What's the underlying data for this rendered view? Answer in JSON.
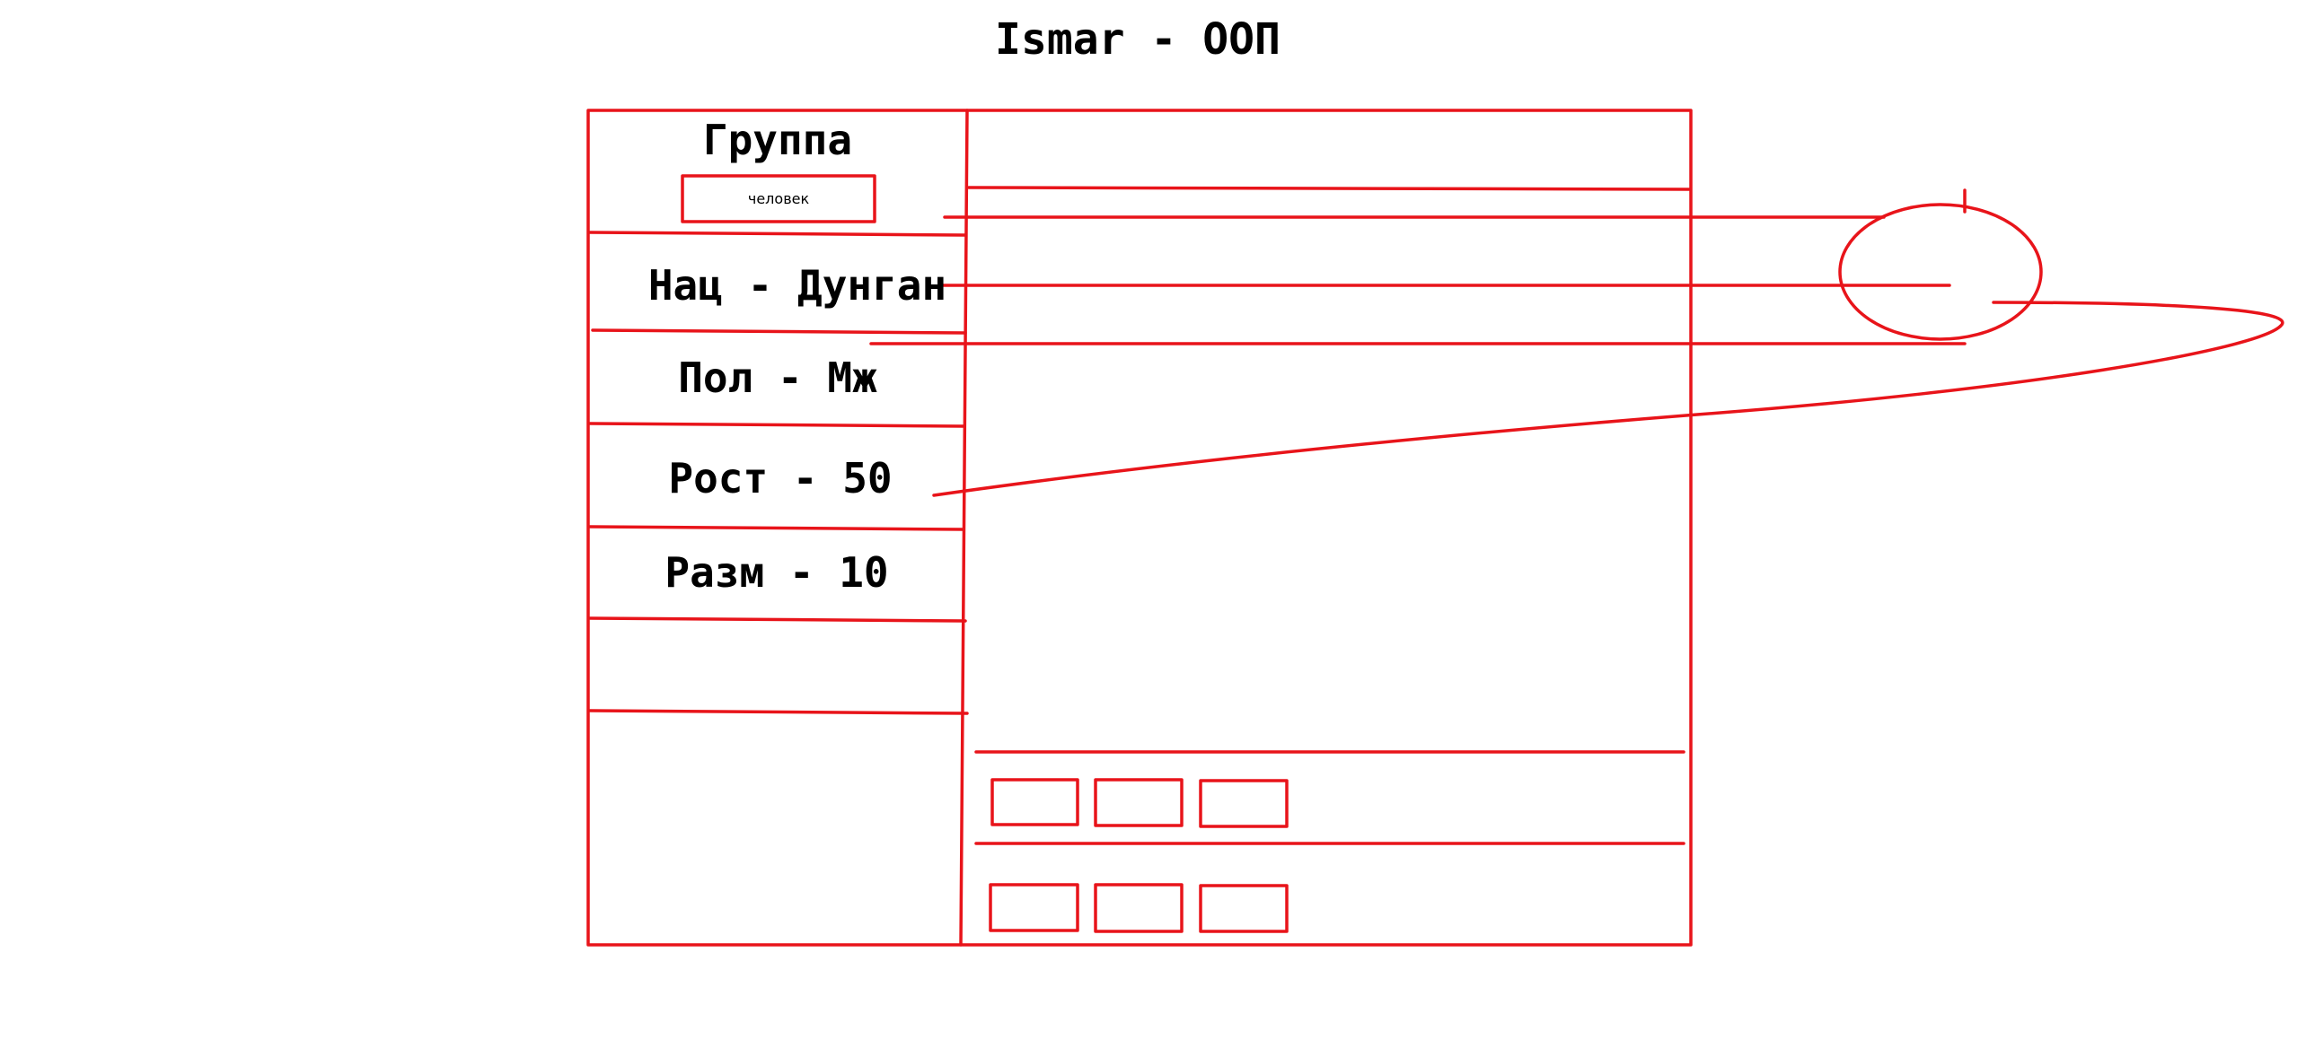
{
  "title": "Ismar - ООП",
  "colors": {
    "stroke": "#e8141a",
    "text": "#000000"
  },
  "sidebar": {
    "group_label": "Группа",
    "person_button_label": "человек",
    "fields": [
      {
        "label": "Нац - Дунган"
      },
      {
        "label": "Пол - Мж"
      },
      {
        "label": "Рост - 50"
      },
      {
        "label": "Разм - 10"
      }
    ]
  }
}
